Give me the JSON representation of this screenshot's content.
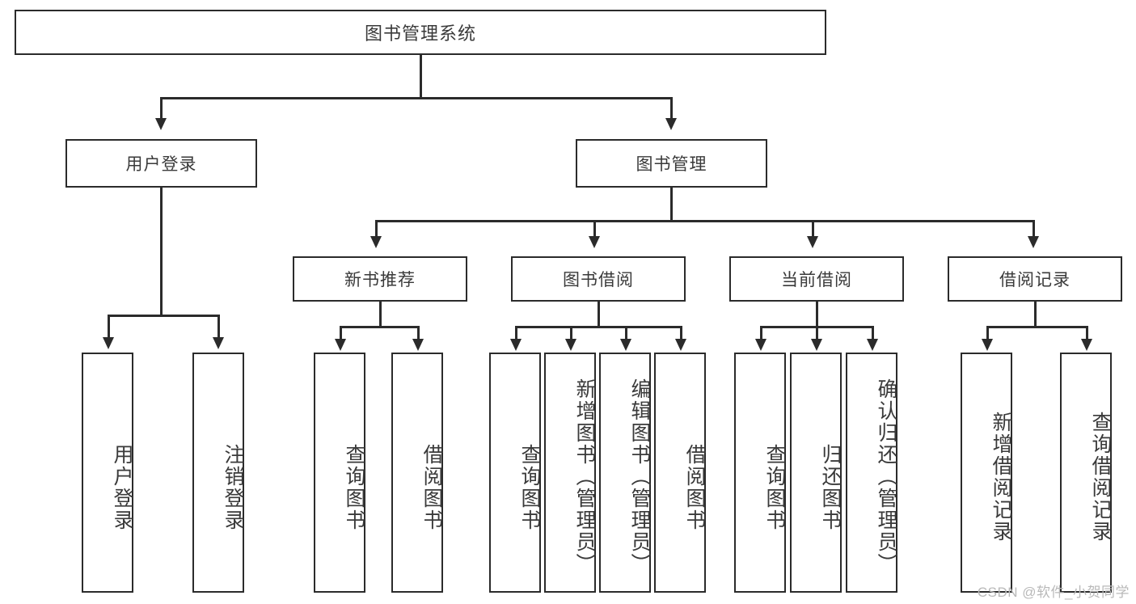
{
  "diagram": {
    "title": "图书管理系统",
    "watermark": "CSDN @软件_小贺同学",
    "level1": {
      "label": "图书管理系统"
    },
    "level2": [
      {
        "label": "用户登录"
      },
      {
        "label": "图书管理"
      }
    ],
    "level3": [
      {
        "label": "新书推荐"
      },
      {
        "label": "图书借阅"
      },
      {
        "label": "当前借阅"
      },
      {
        "label": "借阅记录"
      }
    ],
    "leaves": {
      "user_login": [
        {
          "label": "用户登录"
        },
        {
          "label": "注销登录"
        }
      ],
      "new_book": [
        {
          "label": "查询图书"
        },
        {
          "label": "借阅图书"
        }
      ],
      "book_borrow": [
        {
          "label": "查询图书"
        },
        {
          "label": "新增图书（管理员）"
        },
        {
          "label": "编辑图书（管理员）"
        },
        {
          "label": "借阅图书"
        }
      ],
      "current_borrow": [
        {
          "label": "查询图书"
        },
        {
          "label": "归还图书"
        },
        {
          "label": "确认归还（管理员）"
        }
      ],
      "borrow_record": [
        {
          "label": "新增借阅记录"
        },
        {
          "label": "查询借阅记录"
        }
      ]
    },
    "colors": {
      "stroke": "#2b2b2b",
      "text": "#3a3a3a",
      "background": "#ffffff",
      "watermark": "#b9b9b9"
    }
  }
}
